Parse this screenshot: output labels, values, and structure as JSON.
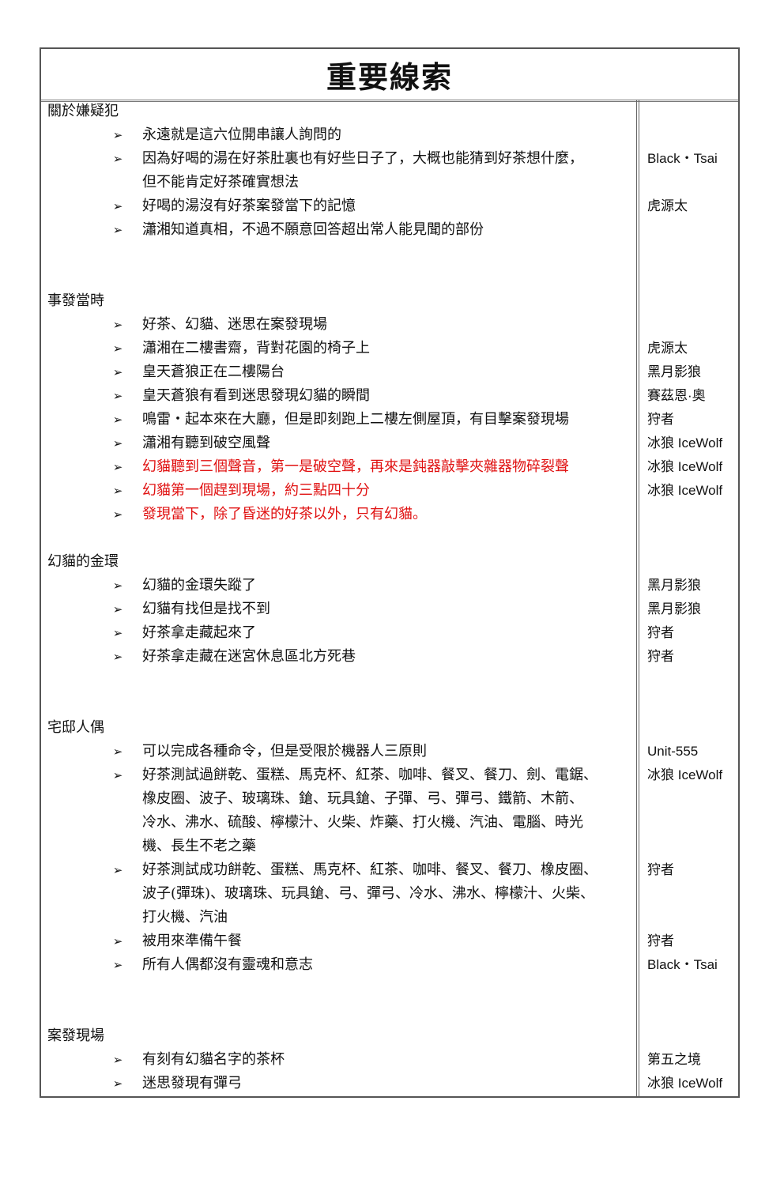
{
  "title": "重要線索",
  "sections": [
    {
      "heading": "關於嫌疑犯"
    },
    {
      "heading": "事發當時"
    },
    {
      "heading": "幻貓的金環"
    },
    {
      "heading": "宅邸人偶"
    },
    {
      "heading": "案發現場"
    }
  ],
  "bullet_char": "➢",
  "lines": [
    "永遠就是這六位開串讓人詢問的",
    "因為好喝的湯在好茶肚裏也有好些日子了，大概也能猜到好茶想什麼，",
    "但不能肯定好茶確實想法",
    "好喝的湯沒有好茶案發當下的記憶",
    "瀟湘知道真相，不過不願意回答超出常人能見聞的部份",
    "好茶、幻貓、迷思在案發現場",
    "瀟湘在二樓書齋，背對花園的椅子上",
    "皇天蒼狼正在二樓陽台",
    "皇天蒼狼有看到迷思發現幻貓的瞬間",
    "鳴雷・起本來在大廳，但是即刻跑上二樓左側屋頂，有目擊案發現場",
    "瀟湘有聽到破空風聲",
    "幻貓聽到三個聲音，第一是破空聲，再來是鈍器敲擊夾雜器物碎裂聲",
    "幻貓第一個趕到現場，約三點四十分",
    "發現當下，除了昏迷的好茶以外，只有幻貓。",
    "幻貓的金環失蹤了",
    "幻貓有找但是找不到",
    "好茶拿走藏起來了",
    "好茶拿走藏在迷宮休息區北方死巷",
    "可以完成各種命令，但是受限於機器人三原則",
    "好茶測試過餅乾、蛋糕、馬克杯、紅茶、咖啡、餐叉、餐刀、劍、電鋸、",
    "橡皮圈、波子、玻璃珠、鎗、玩具鎗、子彈、弓、彈弓、鐵箭、木箭、",
    "冷水、沸水、硫酸、檸檬汁、火柴、炸藥、打火機、汽油、電腦、時光",
    "機、長生不老之藥",
    "好茶測試成功餅乾、蛋糕、馬克杯、紅茶、咖啡、餐叉、餐刀、橡皮圈、",
    "波子(彈珠)、玻璃珠、玩具鎗、弓、彈弓、冷水、沸水、檸檬汁、火柴、",
    "打火機、汽油",
    "被用來準備午餐",
    "所有人偶都沒有靈魂和意志",
    "有刻有幻貓名字的茶杯",
    "迷思發現有彈弓"
  ],
  "sources": [
    "Black・Tsai",
    "虎源太",
    "虎源太",
    "黑月影狼",
    "賽茲恩·奧",
    "狩者",
    "冰狼 IceWolf",
    "冰狼 IceWolf",
    "冰狼 IceWolf",
    "黑月影狼",
    "黑月影狼",
    "狩者",
    "狩者",
    "Unit-555",
    "冰狼 IceWolf",
    "狩者",
    "狩者",
    "Black・Tsai",
    "第五之境",
    "冰狼 IceWolf"
  ],
  "colors": {
    "highlight": "#e01010",
    "border": "#555555"
  }
}
